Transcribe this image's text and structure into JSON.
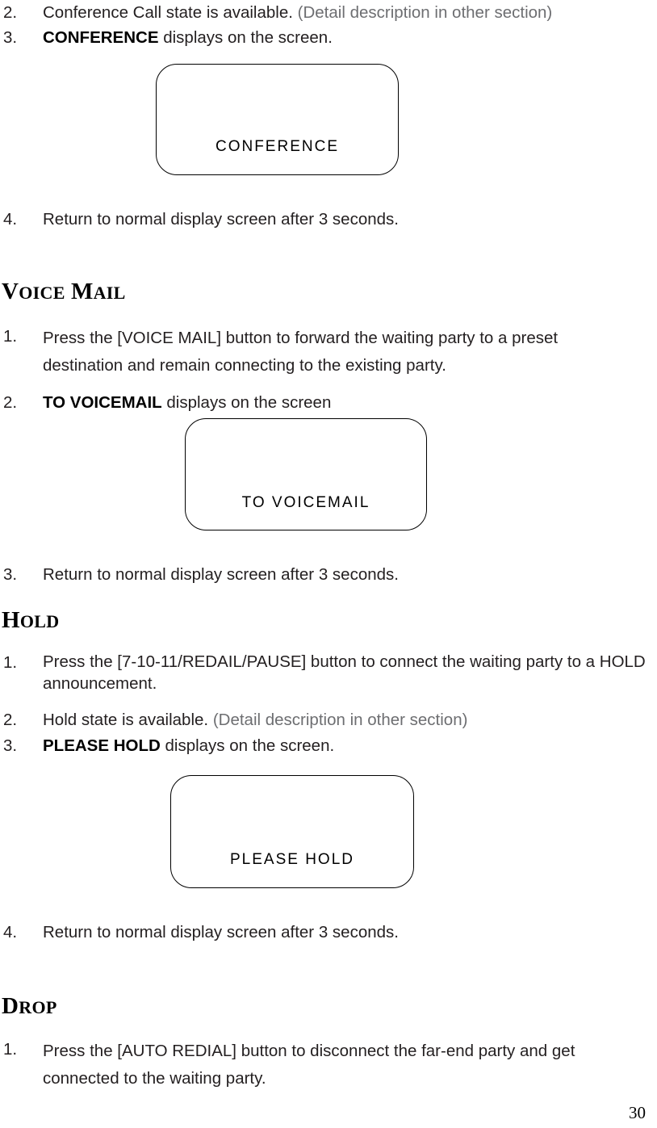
{
  "document": {
    "page_number": "30",
    "colors": {
      "body_text": "#231f20",
      "muted_text": "#6d6e71",
      "border": "#000000",
      "background": "#ffffff"
    }
  },
  "blocks": {
    "conference_item2": {
      "number": "2.",
      "text_plain": "Conference Call state is available. ",
      "text_muted": "(Detail description in other section)"
    },
    "conference_item3": {
      "number": "3.",
      "text_bold": "CONFERENCE",
      "text_plain": " displays on the screen."
    },
    "conference_item4": {
      "number": "4.",
      "text_plain": "Return to normal display screen after 3 seconds."
    },
    "voicemail_item1": {
      "number": "1.",
      "text_plain": "Press the [VOICE MAIL] button to forward the waiting party to a preset destination and remain connecting to the existing party."
    },
    "voicemail_item2": {
      "number": "2.",
      "text_bold": "TO VOICEMAIL",
      "text_plain": " displays on the screen"
    },
    "voicemail_item3": {
      "number": "3.",
      "text_plain": "Return to normal display screen after 3 seconds."
    },
    "hold_item1": {
      "number": "1.",
      "text_plain": "Press the [7-10-11/REDAIL/PAUSE] button to connect the waiting party to a HOLD announcement."
    },
    "hold_item2": {
      "number": "2.",
      "text_plain": "Hold state is available. ",
      "text_muted": "(Detail description in other section)"
    },
    "hold_item3": {
      "number": "3.",
      "text_bold": "PLEASE HOLD",
      "text_plain": " displays on the screen."
    },
    "hold_item4": {
      "number": "4.",
      "text_plain": "Return to normal display screen after 3 seconds."
    },
    "drop_item1": {
      "number": "1.",
      "text_plain": "Press the [AUTO REDIAL] button to disconnect the far-end party and get connected to the waiting party."
    }
  },
  "headings": {
    "voice_mail": {
      "cap1": "V",
      "rest1": "OICE",
      "cap2": "M",
      "rest2": "AIL"
    },
    "hold": {
      "cap1": "H",
      "rest1": "OLD"
    },
    "drop": {
      "cap1": "D",
      "rest1": "ROP"
    }
  },
  "lcd_screens": {
    "conference": {
      "text": "CONFERENCE"
    },
    "voicemail": {
      "text": "TO VOICEMAIL"
    },
    "hold": {
      "text": "PLEASE HOLD"
    }
  }
}
